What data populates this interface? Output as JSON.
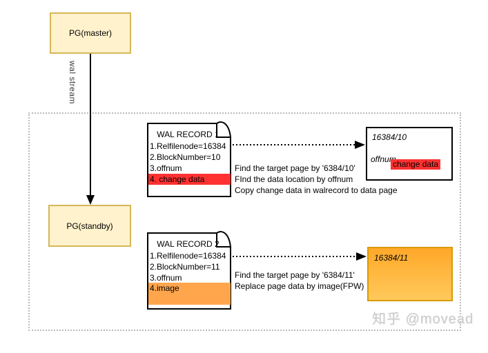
{
  "diagram": {
    "master_label": "PG(master)",
    "standby_label": "PG(standby)",
    "wal_stream_label": "wal stream",
    "watermark": "知乎 @movead"
  },
  "record1": {
    "title": "WAL RECORD 1",
    "line1": "1.Relfilenode=16384",
    "line2": "2.BlockNumber=10",
    "line3": "3.offnum",
    "highlight": "4. change data"
  },
  "record2": {
    "title": "WAL RECORD 2",
    "line1": "1.Relfilenode=16384",
    "line2": "2.BlockNumber=11",
    "line3": "3.offnum",
    "highlight": "4.image"
  },
  "note1": {
    "line1": "Find the target page by '6384/10'",
    "line2": "FInd the data location by offnum",
    "line3": "Copy change data in walrecord to data page"
  },
  "note2": {
    "line1": "Find the target page by '6384/11'",
    "line2": "Replace page data by image(FPW)"
  },
  "page1": {
    "title": "16384/10",
    "field": "offnum",
    "chip": "change data"
  },
  "page2": {
    "title": "16384/11"
  },
  "colors": {
    "pg_node_fill": "#FFF2CC",
    "pg_node_border": "#D6B656",
    "red_highlight": "#ff3232",
    "orange_highlight": "#ffa64d",
    "orange_page_top": "#ffa829",
    "orange_page_bottom": "#ffc95a",
    "orange_page_border": "#d79b00",
    "boundary_dotted": "#b9b9b9",
    "watermark_gray": "#c9c9c9"
  }
}
